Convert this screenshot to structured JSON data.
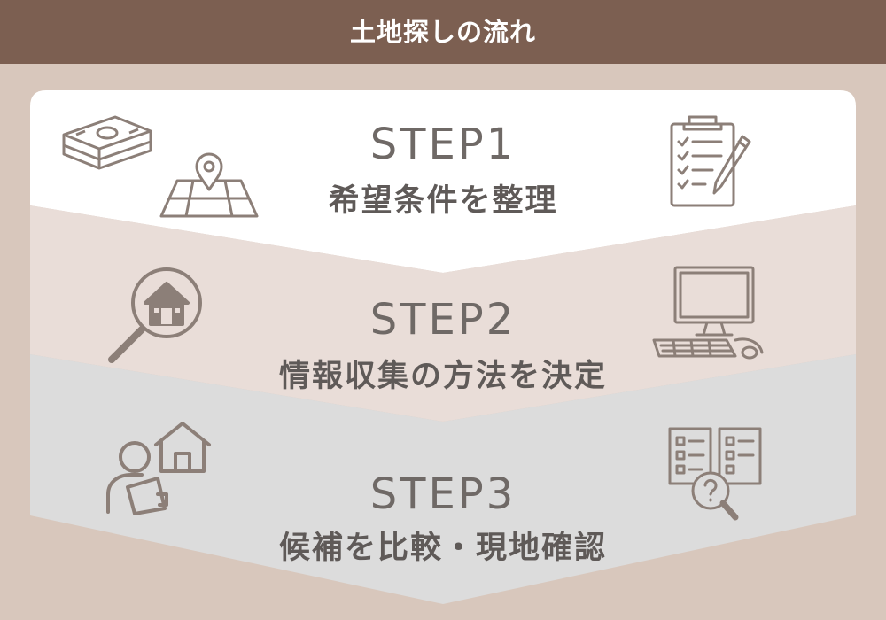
{
  "header": {
    "title": "土地探しの流れ"
  },
  "steps": [
    {
      "number": "STEP1",
      "text": "希望条件を整理",
      "icons": [
        "money-stack-icon",
        "map-pin-icon",
        "clipboard-pencil-icon"
      ]
    },
    {
      "number": "STEP2",
      "text": "情報収集の方法を決定",
      "icons": [
        "house-search-icon",
        "computer-icon"
      ]
    },
    {
      "number": "STEP3",
      "text": "候補を比較・現地確認",
      "icons": [
        "person-house-icon",
        "checklist-search-icon"
      ]
    }
  ],
  "colors": {
    "header_bg": "#7c5f51",
    "page_bg": "#d8c7bc",
    "step1_bg": "#ffffff",
    "step2_bg": "#e9ddd8",
    "step3_bg": "#dcdcdc",
    "icon_stroke": "#8c7f78",
    "text": "#5f5a58"
  }
}
